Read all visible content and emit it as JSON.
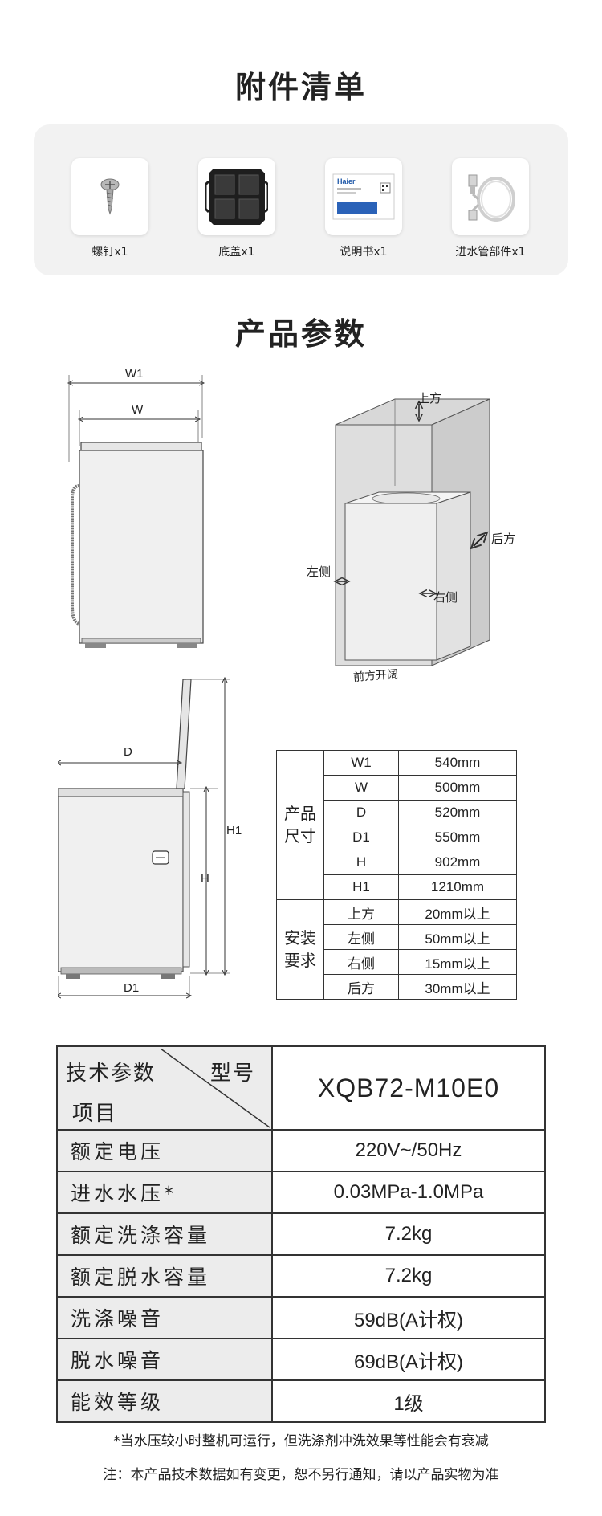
{
  "accessories": {
    "title": "附件清单",
    "items": [
      {
        "label": "螺钉x1",
        "icon": "screw-icon"
      },
      {
        "label": "底盖x1",
        "icon": "bottom-cover-icon"
      },
      {
        "label": "说明书x1",
        "icon": "manual-icon"
      },
      {
        "label": "进水管部件x1",
        "icon": "inlet-hose-icon"
      }
    ],
    "manual_brand": "Haier"
  },
  "params": {
    "title": "产品参数",
    "front_dims": {
      "w1": "W1",
      "w": "W"
    },
    "install_diagram": {
      "top": "上方",
      "back": "后方",
      "left": "左侧",
      "right": "右侧",
      "front": "前方开阔"
    },
    "side_dims": {
      "d": "D",
      "h": "H",
      "h1": "H1",
      "d1": "D1"
    }
  },
  "spec_table": {
    "group1": "产品\n尺寸",
    "group1_rows": [
      {
        "name": "W1",
        "value": "540mm"
      },
      {
        "name": "W",
        "value": "500mm"
      },
      {
        "name": "D",
        "value": "520mm"
      },
      {
        "name": "D1",
        "value": "550mm"
      },
      {
        "name": "H",
        "value": "902mm"
      },
      {
        "name": "H1",
        "value": "1210mm"
      }
    ],
    "group2": "安装\n要求",
    "group2_rows": [
      {
        "name": "上方",
        "value": "20mm以上"
      },
      {
        "name": "左侧",
        "value": "50mm以上"
      },
      {
        "name": "右侧",
        "value": "15mm以上"
      },
      {
        "name": "后方",
        "value": "30mm以上"
      }
    ]
  },
  "tech_table": {
    "header_left": "技术参数",
    "header_mid": "型号",
    "header_bottom": "项目",
    "model": "XQB72-M10E0",
    "rows": [
      {
        "label": "额定电压",
        "value": "220V~/50Hz"
      },
      {
        "label": "进水水压*",
        "value": "0.03MPa-1.0MPa"
      },
      {
        "label": "额定洗涤容量",
        "value": "7.2kg"
      },
      {
        "label": "额定脱水容量",
        "value": "7.2kg"
      },
      {
        "label": "洗涤噪音",
        "value": "59dB(A计权)"
      },
      {
        "label": "脱水噪音",
        "value": "69dB(A计权)"
      },
      {
        "label": "能效等级",
        "value": "1级"
      }
    ]
  },
  "notes": {
    "line1": "*当水压较小时整机可运行，但洗涤剂冲洗效果等性能会有衰减",
    "line2": "注：本产品技术数据如有变更，恕不另行通知，请以产品实物为准"
  }
}
